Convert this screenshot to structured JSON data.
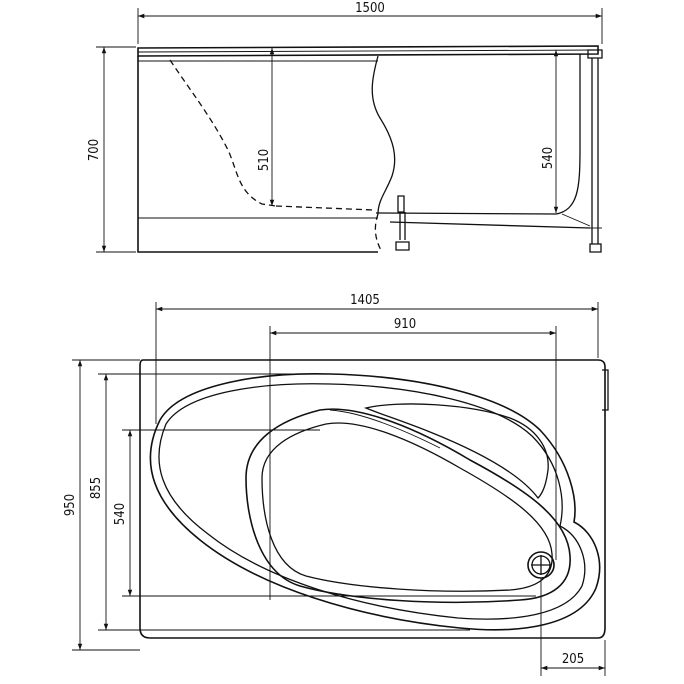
{
  "side_view": {
    "length": "1500",
    "height": "700",
    "depth_left": "510",
    "depth_right": "540"
  },
  "top_view": {
    "length": "1405",
    "inner_length": "910",
    "width_total": "950",
    "width_outer": "855",
    "width_inner": "540",
    "drain_offset": "205"
  }
}
